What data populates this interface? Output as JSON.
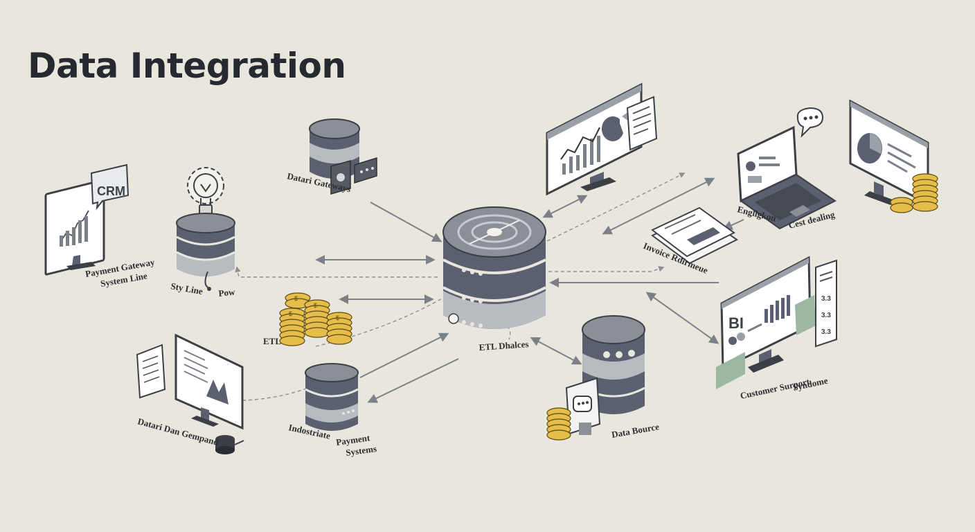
{
  "title": "Data Integration",
  "colors": {
    "background": "#e9e6dd",
    "database_dark": "#5a6070",
    "database_mid": "#8b8f96",
    "database_light": "#b8bbbf",
    "coin_gold": "#e7bd4a",
    "accent_green": "#9cb8a2",
    "arrow_gray": "#7c8189"
  },
  "labels": {
    "crm": "CRM",
    "payment_gateway_system": [
      "Payment Gateway",
      "System Line"
    ],
    "sty_line": "Sty Line",
    "pow": "Pow",
    "data_gateways": "Datari Gateways",
    "etl_left": "ETL",
    "etl_center": "ETL Dhalces",
    "data_dan_gempand": "Datari Dan Gempand",
    "indostriate": "Indostriate",
    "payment_systems": [
      "Payment",
      "Systems"
    ],
    "data_bource": "Data Bource",
    "engligkon": "Engligkon",
    "cest_dealing": "Cest dealing",
    "invoice_rdirmeue": "Invoice Rdirmeue",
    "bi": "BI",
    "customer_support_syndome": [
      "Customer Surport",
      "Syndome"
    ],
    "side_panel": [
      "3.3",
      "3.3",
      "3.3"
    ]
  },
  "icons": [
    "monitor-icon",
    "chat-bubble-icon",
    "lightbulb-gear-icon",
    "database-icon",
    "coin-stack-icon",
    "laptop-icon",
    "pie-chart-icon",
    "document-icon",
    "clipboard-icon",
    "server-icon",
    "chat-icon"
  ]
}
